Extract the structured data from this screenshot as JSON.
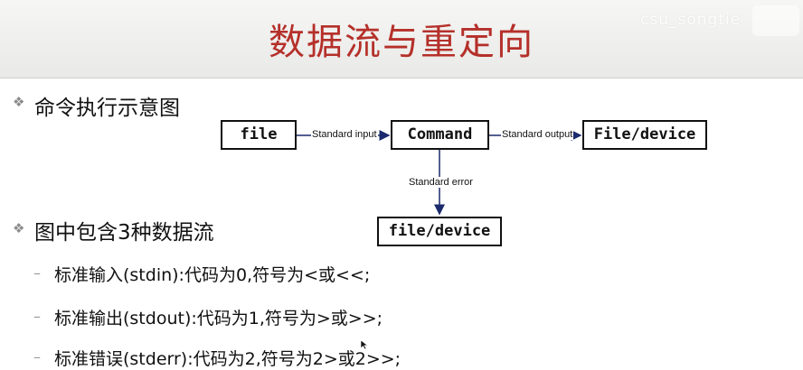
{
  "slide": {
    "title": "数据流与重定向",
    "watermark": "csu_songtie"
  },
  "bullets": [
    {
      "icon": "diamond-bullet-icon",
      "text": "命令执行示意图"
    },
    {
      "icon": "diamond-bullet-icon",
      "text": "图中包含3种数据流"
    }
  ],
  "sub_bullets": [
    {
      "dash": "–",
      "text": "标准输入(stdin):代码为0,符号为<或<<;"
    },
    {
      "dash": "–",
      "text": "标准输出(stdout):代码为1,符号为>或>>;"
    },
    {
      "dash": "–",
      "text": "标准错误(stderr):代码为2,符号为2>或2>>;"
    }
  ],
  "diagram": {
    "nodes": {
      "input": "file",
      "command": "Command",
      "output": "File/device",
      "error": "file/device"
    },
    "edges": {
      "stdin": "Standard input",
      "stdout": "Standard output",
      "stderr": "Standard error"
    },
    "colors": {
      "arrow": "#1a2a6c",
      "box_border": "#111111"
    }
  }
}
